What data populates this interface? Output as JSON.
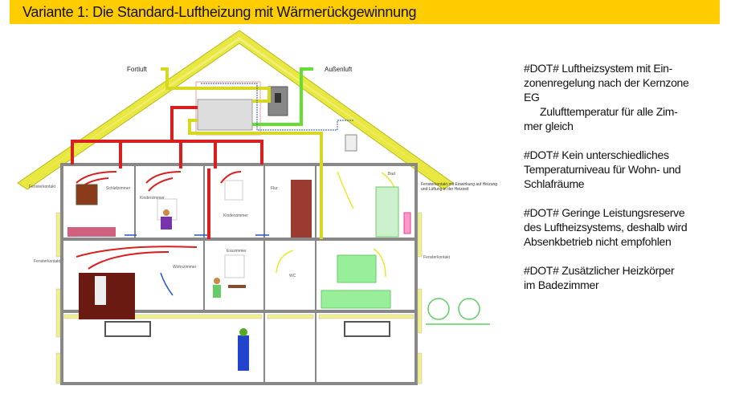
{
  "header": {
    "title": "Variante 1:  Die Standard-Luftheizung mit Wärmerückgewinnung",
    "background": "#ffcc00"
  },
  "diagram": {
    "labels": {
      "fortluft": "Fortluft",
      "aussenluft": "Außenluft",
      "schlafzimmer": "Schlafzimmer",
      "kinderzimmer_1": "Kinderzimmer",
      "kinderzimmer_2": "Kinderzimmer",
      "flur": "Flur",
      "bad": "Bad",
      "wohnzimmer": "Wohnzimmer",
      "esszimmer": "Esszimmer",
      "wc": "WC",
      "fensterkontakt_og": "Fensterkontakt",
      "fensterkontakt_eg": "Fensterkontakt",
      "fensterkontakt_right": "Fensterkontakt",
      "fensterkontakt_note": "Fensterkontakt mit Einwirkung auf Heizung und Lüftung in der Heizzeit"
    },
    "colors": {
      "supply_air": "#d81e1e",
      "exhaust_air": "#d8d820",
      "outdoor_air": "#66dd33",
      "return_air": "#2255cc",
      "insulation": "#f2f08a"
    }
  },
  "notes": [
    {
      "bullet": "#DOT#",
      "lines": [
        "Luftheizsystem mit Ein-",
        "zonenregelung nach der Kernzone",
        "EG"
      ],
      "sub": [
        "Zulufttemperatur für alle Zim-",
        "mer gleich"
      ]
    },
    {
      "bullet": "#DOT#",
      "lines": [
        "Kein unterschiedliches",
        "Temperaturniveau für Wohn-  und",
        "Schlafräume"
      ]
    },
    {
      "bullet": "#DOT#",
      "lines": [
        "Geringe Leistungsreserve",
        "des Luftheizsystems, deshalb wird",
        "Absenkbetrieb nicht empfohlen"
      ]
    },
    {
      "bullet": "#DOT#",
      "lines": [
        "Zusätzlicher Heizkörper",
        "im  Badezimmer"
      ]
    }
  ]
}
